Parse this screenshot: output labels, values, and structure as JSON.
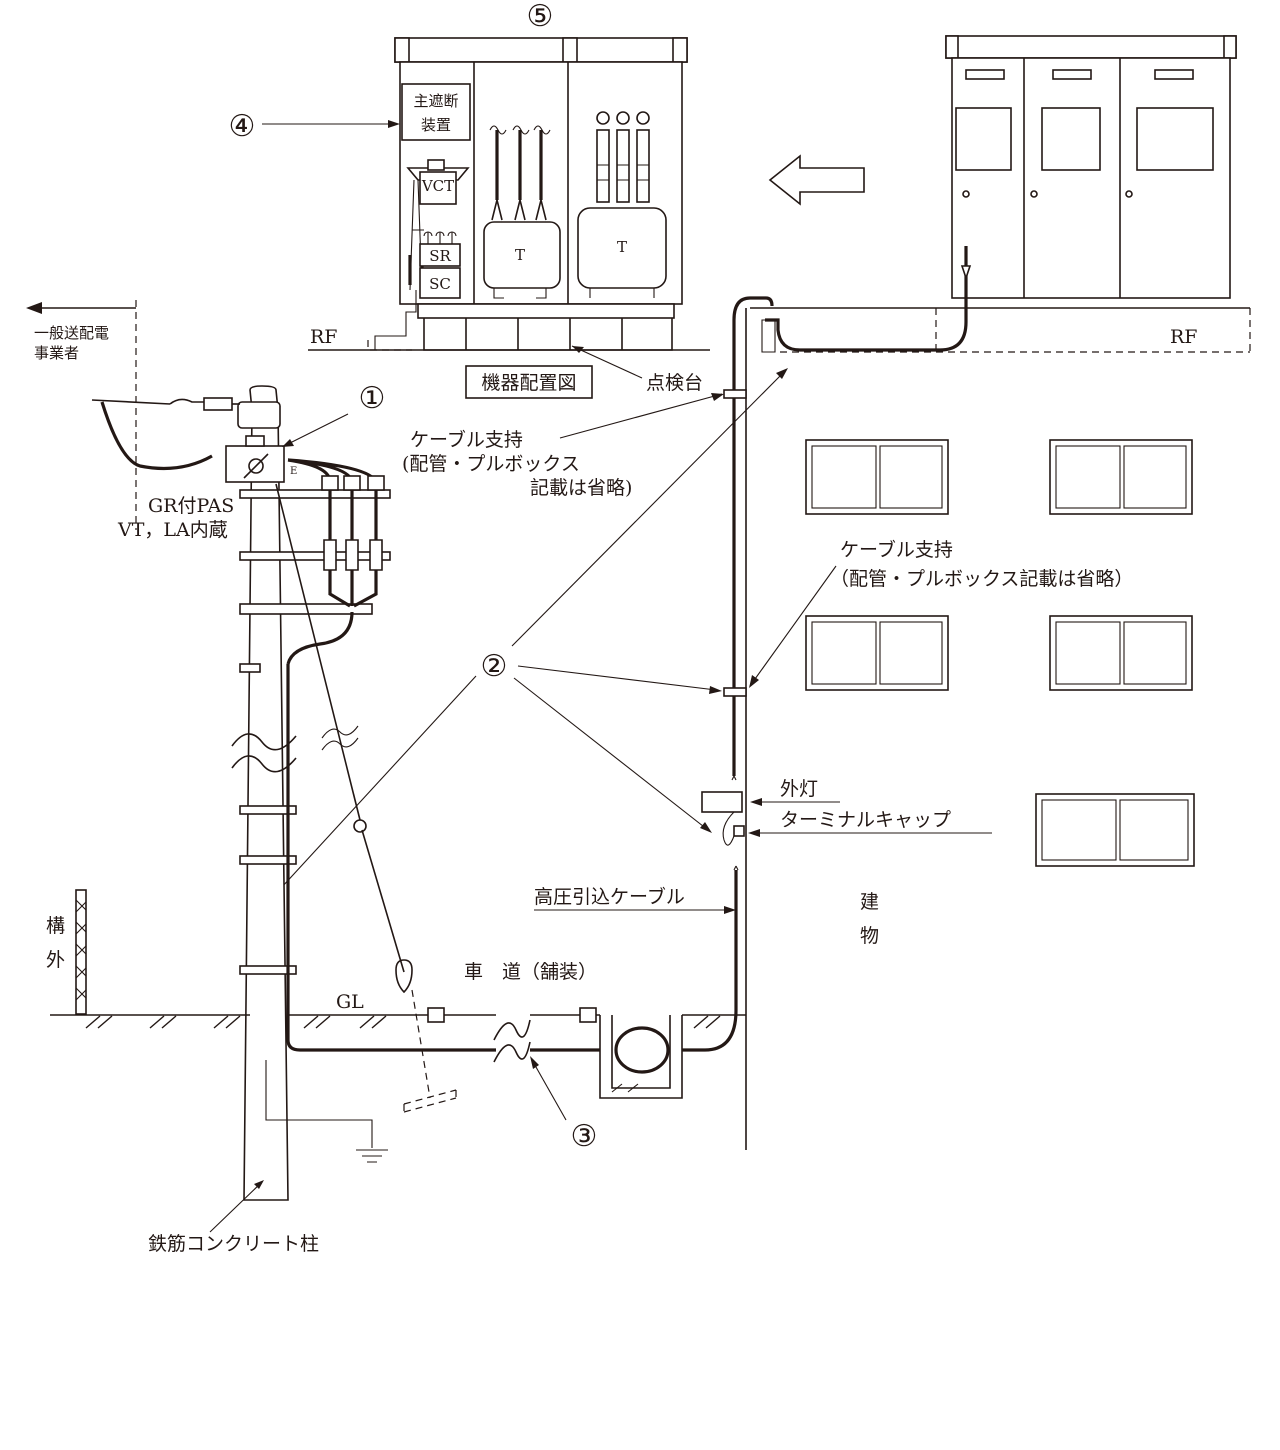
{
  "labels": {
    "num1": "①",
    "num2": "②",
    "num3": "③",
    "num4": "④",
    "num5": "⑤",
    "main_breaker_1": "主遮断",
    "main_breaker_2": "装置",
    "vct": "VCT",
    "sr": "SR",
    "sc": "SC",
    "t1": "T",
    "t2": "T",
    "rf_left": "RF",
    "rf_right": "RF",
    "layout_box": "機器配置図",
    "inspection_platform": "点検台",
    "utility_1": "一般送配電",
    "utility_2": "事業者",
    "gr_pas": "GR付PAS",
    "vt_la": "VT，LA内蔵",
    "cable_support_a1": "ケーブル支持",
    "cable_support_a2": "(配管・プルボックス",
    "cable_support_a3": "記載は省略)",
    "cable_support_b1": "ケーブル支持",
    "cable_support_b2": "（配管・プルボックス記載は省略）",
    "outdoor_light": "外灯",
    "terminal_cap": "ターミナルキャップ",
    "hv_cable": "高圧引込ケーブル",
    "building_1": "建",
    "building_2": "物",
    "outside_1": "構",
    "outside_2": "外",
    "road": "車　道（舗装）",
    "gl": "GL",
    "pole": "鉄筋コンクリート柱",
    "earth_mark": "E"
  }
}
